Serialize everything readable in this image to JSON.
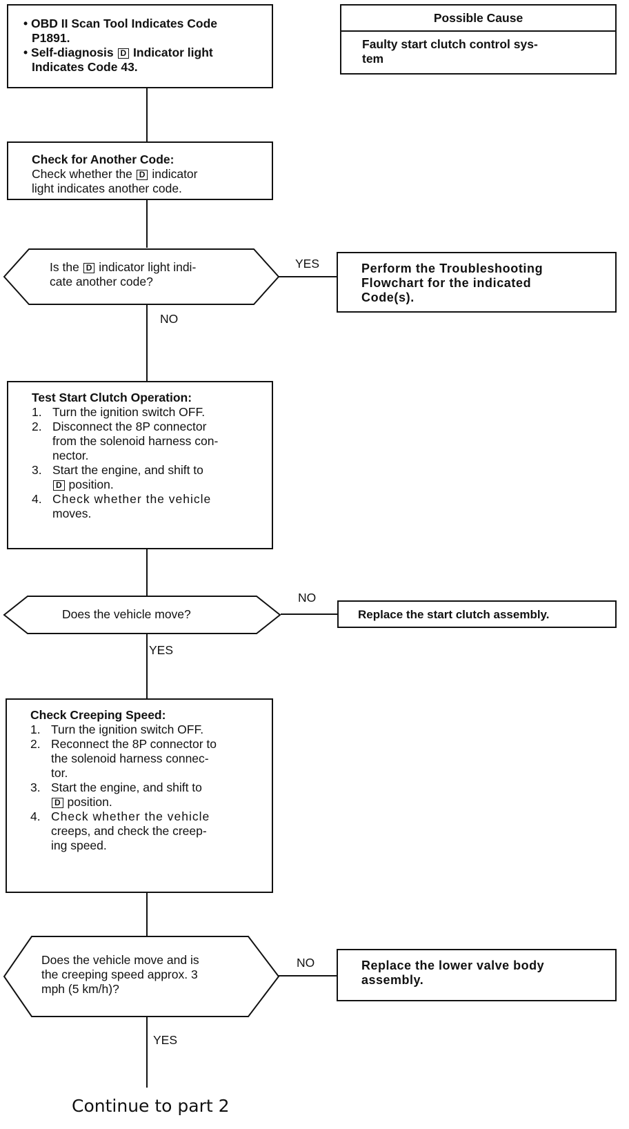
{
  "start_box": {
    "bullet_marker": "•",
    "line1a": "OBD II Scan Tool Indicates Code",
    "line1b": "P1891.",
    "line2a": "Self-diagnosis",
    "line2b": "Indicator light",
    "line2c": "Indicates Code 43.",
    "d_key": "D"
  },
  "cause_box": {
    "header": "Possible Cause",
    "text_l1": "Faulty start clutch control sys-",
    "text_l2": "tem"
  },
  "check_code_box": {
    "title": "Check for Another Code:",
    "l1a": "Check whether the",
    "l1b": "indicator",
    "l2": "light indicates another code."
  },
  "decision1": {
    "l1a": "Is the",
    "l1b": "indicator light indi-",
    "l2": "cate another code?",
    "yes_label": "YES",
    "no_label": "NO"
  },
  "action1": {
    "l1": "Perform the Troubleshooting",
    "l2": "Flowchart for the indicated",
    "l3": "Code(s)."
  },
  "test_box": {
    "title": "Test Start Clutch Operation:",
    "steps": [
      {
        "n": "1.",
        "lines": [
          "Turn the ignition switch OFF."
        ]
      },
      {
        "n": "2.",
        "lines": [
          "Disconnect the 8P connector",
          "from the solenoid harness con-",
          "nector."
        ]
      },
      {
        "n": "3.",
        "lines": [
          "Start the engine, and shift to",
          "position."
        ]
      },
      {
        "n": "4.",
        "lines": [
          "Check whether the vehicle",
          "moves."
        ]
      }
    ]
  },
  "decision2": {
    "text": "Does the vehicle move?",
    "no_label": "NO",
    "yes_label": "YES"
  },
  "action2": {
    "text": "Replace the start clutch assembly."
  },
  "creep_box": {
    "title": "Check Creeping Speed:",
    "steps": [
      {
        "n": "1.",
        "lines": [
          "Turn the ignition switch OFF."
        ]
      },
      {
        "n": "2.",
        "lines": [
          "Reconnect the 8P connector to",
          "the solenoid harness connec-",
          "tor."
        ]
      },
      {
        "n": "3.",
        "lines": [
          "Start the engine, and shift to",
          "position."
        ]
      },
      {
        "n": "4.",
        "lines": [
          "Check whether the vehicle",
          "creeps, and check the creep-",
          "ing speed."
        ]
      }
    ]
  },
  "decision3": {
    "l1": "Does the vehicle move and is",
    "l2": "the creeping speed approx. 3",
    "l3": "mph (5 km/h)?",
    "no_label": "NO",
    "yes_label": "YES"
  },
  "action3": {
    "l1": "Replace the lower valve body",
    "l2": "assembly."
  },
  "continue_text": "Continue to part 2"
}
